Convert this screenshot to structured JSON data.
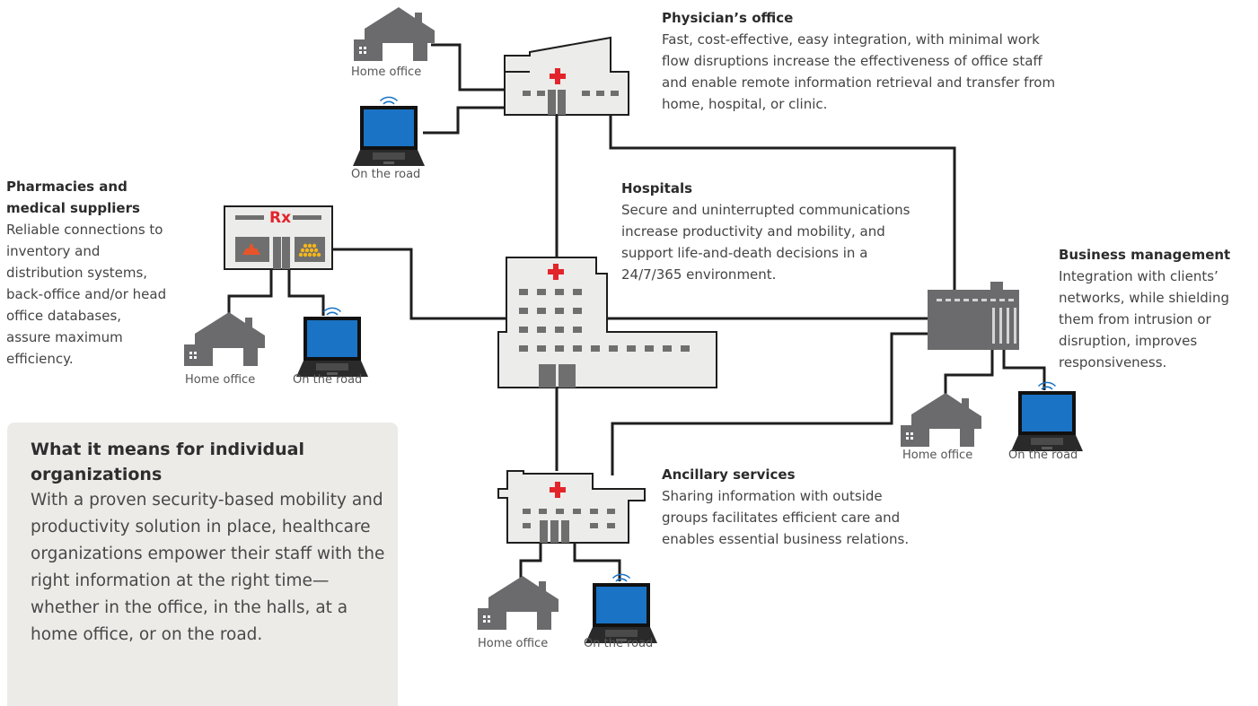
{
  "physician": {
    "heading": "Physician’s office",
    "body": "Fast, cost-effective, easy integration, with minimal work flow disruptions increase the effectiveness of office staff and enable remote information retrieval and transfer from home, hospital, or clinic."
  },
  "hospitals": {
    "heading": "Hospitals",
    "body": "Secure and uninterrupted communications increase productivity and mobility, and support life-and-death decisions in a 24/7/365 environment."
  },
  "pharmacies": {
    "heading": "Pharmacies and medical suppliers",
    "body": "Reliable connections to inventory and distribution systems, back-office and/or head office databases, assure maximum efficiency.",
    "sign": "Rx"
  },
  "business": {
    "heading": "Business management",
    "body": "Integration with clients’ networks, while shielding them from intrusion or disruption, improves responsiveness."
  },
  "ancillary": {
    "heading": "Ancillary services",
    "body": "Sharing information with outside groups facilitates efficient care and enables essential business relations."
  },
  "captions": {
    "home_office": "Home office",
    "on_the_road": "On the road"
  },
  "callout": {
    "heading": "What it means for individual organizations",
    "body": "With a proven security-based mobility and productivity solution in place, healthcare organizations empower their staff with the right information at the right time—whether in the office, in the halls, at a home office, or on the road."
  },
  "colors": {
    "line": "#1e1e1e",
    "building_fill": "#ececea",
    "window": "#6f6f6f",
    "house": "#6b6b6d",
    "laptop_screen": "#1a73c4",
    "red_cross": "#e2252b",
    "callout_bg": "#ecebe8"
  }
}
